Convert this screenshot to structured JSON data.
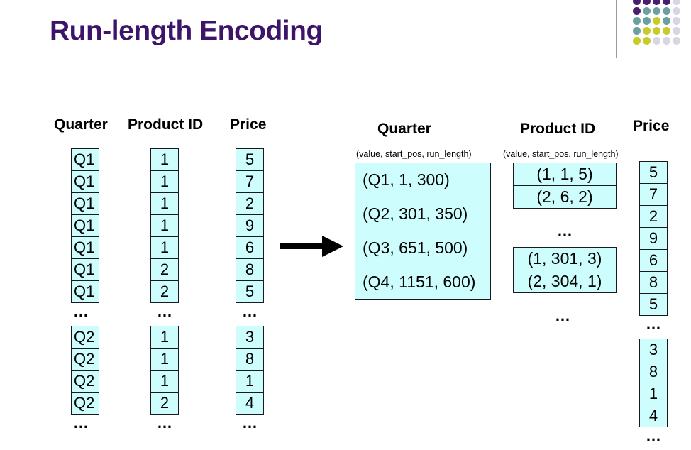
{
  "title": "Run-length Encoding",
  "left": {
    "headers": {
      "quarter": "Quarter",
      "product": "Product ID",
      "price": "Price"
    },
    "quarter_group1": [
      "Q1",
      "Q1",
      "Q1",
      "Q1",
      "Q1",
      "Q1",
      "Q1"
    ],
    "quarter_group2": [
      "Q2",
      "Q2",
      "Q2",
      "Q2"
    ],
    "product_group1": [
      "1",
      "1",
      "1",
      "1",
      "1",
      "2",
      "2"
    ],
    "product_group2": [
      "1",
      "1",
      "1",
      "2"
    ],
    "price_group1": [
      "5",
      "7",
      "2",
      "9",
      "6",
      "8",
      "5"
    ],
    "price_group2": [
      "3",
      "8",
      "1",
      "4"
    ],
    "ellipsis": "…"
  },
  "right": {
    "headers": {
      "quarter": "Quarter",
      "product": "Product ID",
      "price": "Price"
    },
    "quarter_sub": "(value, start_pos, run_length)",
    "product_sub": "(value, start_pos, run_length)",
    "quarter_runs": [
      "(Q1, 1, 300)",
      "(Q2, 301, 350)",
      "(Q3, 651, 500)",
      "(Q4, 1151, 600)"
    ],
    "product_group1": [
      "(1, 1, 5)",
      "(2, 6, 2)"
    ],
    "product_group2": [
      "(1, 301, 3)",
      "(2, 304, 1)"
    ],
    "price_group1": [
      "5",
      "7",
      "2",
      "9",
      "6",
      "8",
      "5"
    ],
    "price_group2": [
      "3",
      "8",
      "1",
      "4"
    ],
    "ellipsis": "…"
  },
  "colors": {
    "title": "#3c1469",
    "cell_fill": "#cdfdfd",
    "dot_purple": "#4a1e6e",
    "dot_teal": "#6aa0a0",
    "dot_yellow": "#c8cc2a",
    "dot_grey": "#d6d6e4"
  }
}
